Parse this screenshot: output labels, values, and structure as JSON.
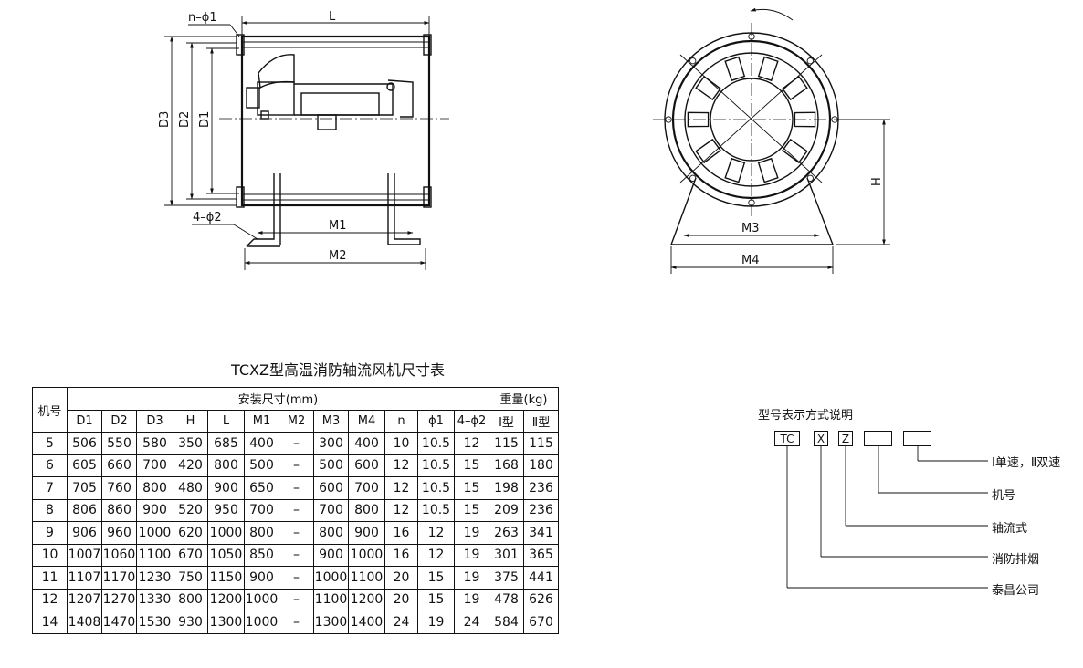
{
  "side_view": {
    "label_n_phi1": "n–ϕ1",
    "label_L": "L",
    "label_D3": "D3",
    "label_D2": "D2",
    "label_D1": "D1",
    "label_4_phi2": "4–ϕ2",
    "label_M1": "M1",
    "label_M2": "M2"
  },
  "front_view": {
    "label_H": "H",
    "label_M3": "M3",
    "label_M4": "M4"
  },
  "table": {
    "title": "TCXZ型高温消防轴流风机尺寸表",
    "col_machine": "机号",
    "group_install": "安装尺寸(mm)",
    "group_weight": "重量(kg)",
    "sub_headers": [
      "D1",
      "D2",
      "D3",
      "H",
      "L",
      "M1",
      "M2",
      "M3",
      "M4",
      "n",
      "ϕ1",
      "4–ϕ2",
      "Ⅰ型",
      "Ⅱ型"
    ],
    "rows": [
      [
        "5",
        "506",
        "550",
        "580",
        "350",
        "685",
        "400",
        "–",
        "300",
        "400",
        "10",
        "10.5",
        "12",
        "115",
        "115"
      ],
      [
        "6",
        "605",
        "660",
        "700",
        "420",
        "800",
        "500",
        "–",
        "500",
        "600",
        "12",
        "10.5",
        "15",
        "168",
        "180"
      ],
      [
        "7",
        "705",
        "760",
        "800",
        "480",
        "900",
        "650",
        "–",
        "600",
        "700",
        "12",
        "10.5",
        "15",
        "198",
        "236"
      ],
      [
        "8",
        "806",
        "860",
        "900",
        "520",
        "950",
        "700",
        "–",
        "700",
        "800",
        "12",
        "10.5",
        "15",
        "209",
        "236"
      ],
      [
        "9",
        "906",
        "960",
        "1000",
        "620",
        "1000",
        "800",
        "–",
        "800",
        "900",
        "16",
        "12",
        "19",
        "263",
        "341"
      ],
      [
        "10",
        "1007",
        "1060",
        "1100",
        "670",
        "1050",
        "850",
        "–",
        "900",
        "1000",
        "16",
        "12",
        "19",
        "301",
        "365"
      ],
      [
        "11",
        "1107",
        "1170",
        "1230",
        "750",
        "1150",
        "900",
        "–",
        "1000",
        "1100",
        "20",
        "15",
        "19",
        "375",
        "441"
      ],
      [
        "12",
        "1207",
        "1270",
        "1330",
        "800",
        "1200",
        "1000",
        "–",
        "1100",
        "1200",
        "20",
        "15",
        "19",
        "478",
        "626"
      ],
      [
        "14",
        "1408",
        "1470",
        "1530",
        "930",
        "1300",
        "1000",
        "–",
        "1300",
        "1400",
        "24",
        "19",
        "24",
        "584",
        "670"
      ]
    ]
  },
  "legend": {
    "title": "型号表示方式说明",
    "boxes": [
      "TC",
      "X",
      "Z",
      "",
      ""
    ],
    "items": [
      "Ⅰ单速，Ⅱ双速",
      "机号",
      "轴流式",
      "消防排烟",
      "泰昌公司"
    ]
  }
}
